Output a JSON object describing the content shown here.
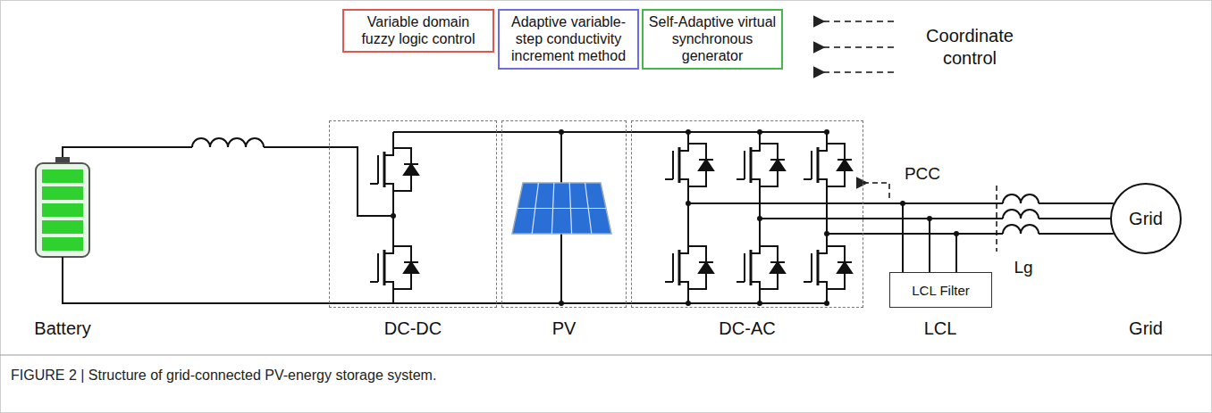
{
  "diagram": {
    "caption": "FIGURE 2 | Structure of grid-connected PV-energy storage system.",
    "nodes": [
      {
        "text": [
          "Variable domain fuzzy logic control"
        ]
      },
      {
        "text": [
          "Adaptive variable-step conductivity increment method"
        ]
      },
      {
        "text": [
          "Self-Adaptive virtual synchronous generator"
        ]
      },
      {
        "text": [
          "DC-DC"
        ]
      },
      {
        "text": [
          "PV"
        ]
      },
      {
        "text": [
          "DC-AC"
        ]
      },
      {
        "text": [
          "LCL Filter"
        ]
      },
      {
        "text": [
          "Grid"
        ]
      }
    ],
    "labels": [
      "Coordinate control",
      "PCC",
      "Lg",
      "Battery",
      "LCL",
      "Grid"
    ]
  }
}
